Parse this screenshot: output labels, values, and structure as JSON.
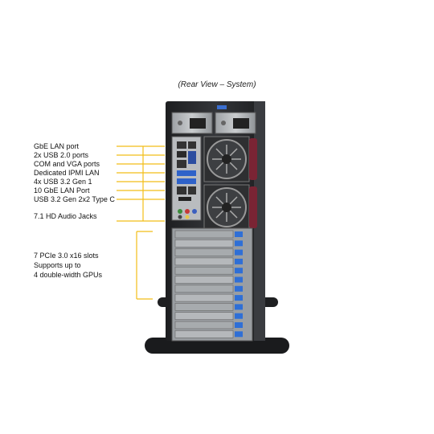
{
  "caption": "(Rear View – System)",
  "callouts": {
    "io": [
      "GbE LAN port",
      "2x USB 2.0 ports",
      "COM and VGA ports",
      "Dedicated IPMI LAN",
      "4x USB 3.2 Gen 1",
      "10 GbE LAN Port",
      "USB 3.2 Gen 2x2 Type C",
      "7.1 HD Audio Jacks"
    ],
    "pcie": [
      "7 PCIe 3.0 x16 slots",
      "Supports up to",
      "4 double-width GPUs"
    ]
  },
  "colors": {
    "leader_line": "#f2bd18",
    "chassis": "#2a2b2e",
    "slot_blue": "#2f6fd6",
    "handle": "#7a2434"
  }
}
